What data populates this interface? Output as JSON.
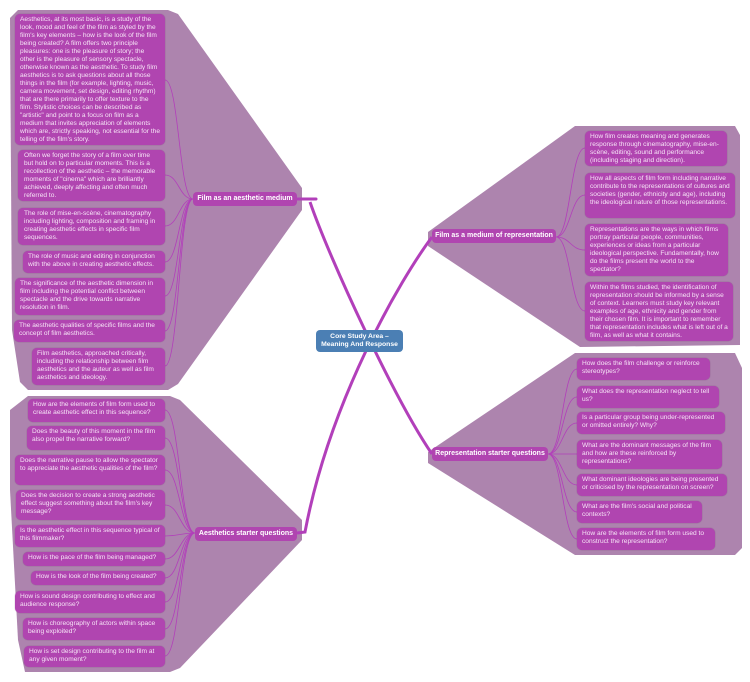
{
  "colors": {
    "region": "#ad84ae",
    "node": "#b045b0",
    "connector": "#b23fba",
    "center_node": "#4b7fb4"
  },
  "center": {
    "label_line1": "Core Study Area –",
    "label_line2": "Meaning And Response"
  },
  "branches": {
    "aesthetic_medium": {
      "label": "Film as an aesthetic medium",
      "items": [
        "Aesthetics, at its most basic, is a study of the look, mood and feel of the film as styled by the film's key elements – how is the look of the film being created? A film offers two principle pleasures: one is the pleasure of story; the other is the pleasure of sensory spectacle, otherwise known as the aesthetic. To study film aesthetics is to ask questions about all those things in the film (for example, lighting, music, camera movement, set design, editing rhythm) that are there primarily to offer texture to the film. Stylistic choices can be described as \"artistic\" and point to a focus on film as a medium that invites appreciation of elements which are, strictly speaking, not essential for the telling of the film's story.",
        "Often we forget the story of a film over time but hold on to particular moments. This is a recollection of the aesthetic – the memorable moments of \"cinema\" which are brilliantly achieved, deeply affecting and often much referred to.",
        "The role of mise-en-scène, cinematography including lighting, composition and framing in creating aesthetic effects in specific film sequences.",
        "The role of music and editing in conjunction with the above in creating aesthetic effects.",
        "The significance of the aesthetic dimension in film including the potential conflict between spectacle and the drive towards narrative resolution in film.",
        "The aesthetic qualities of specific films and the concept of film aesthetics.",
        "Film aesthetics, approached critically, including the relationship between film aesthetics and the auteur as well as film aesthetics and ideology."
      ]
    },
    "representation": {
      "label": "Film as a medium of representation",
      "items": [
        "How film creates meaning and generates response through cinematography, mise-en-scène, editing, sound and performance (including staging and direction).",
        "How all aspects of film form including narrative contribute to the representations of cultures and societies (gender, ethnicity and age), including the ideological nature of those representations.",
        "Representations are the ways in which films portray particular people, communities, experiences or ideas from a particular ideological perspective. Fundamentally, how do the films present the world to the spectator?",
        "Within the films studied, the identification of representation should be informed by a sense of context. Learners must study key relevant examples of age, ethnicity and gender from their chosen film. It is important to remember that representation includes what is left out of a film, as well as what it contains."
      ]
    },
    "representation_questions": {
      "label": "Representation starter questions",
      "items": [
        "How does the film challenge or reinforce stereotypes?",
        "What does the representation neglect to tell us?",
        "Is a particular group being under-represented or omitted entirely? Why?",
        "What are the dominant messages of the film and how are these reinforced by representations?",
        "What dominant ideologies are being presented or criticised by the representation on screen?",
        "What are the film's social and political contexts?",
        "How are the elements of film form used to construct the representation?"
      ]
    },
    "aesthetics_questions": {
      "label": "Aesthetics starter questions",
      "items": [
        "How are the elements of film form used to create aesthetic effect in this sequence?",
        "Does the beauty of this moment in the film also propel the narrative forward?",
        "Does the narrative pause to allow the spectator to appreciate the aesthetic qualities of the film?",
        "Does the decision to create a strong aesthetic effect suggest something about the  film's key message?",
        "Is the aesthetic effect in this sequence typical of this filmmaker?",
        "How is the pace of the film being managed?",
        "How is the look of the film being created?",
        "How is sound design contributing to effect and audience response?",
        "How is choreography of actors within space being exploited?",
        "How is set design contributing to the film at any given moment?"
      ]
    }
  }
}
